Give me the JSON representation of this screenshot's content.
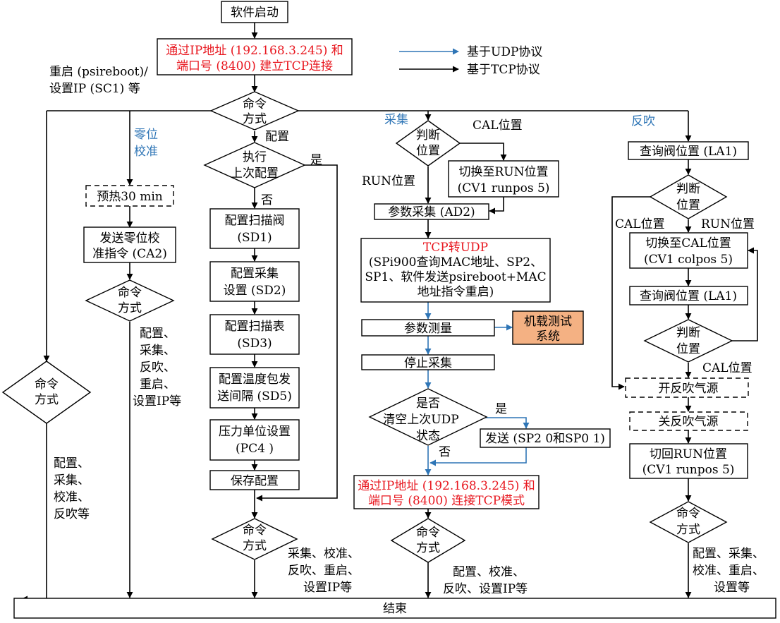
{
  "legend": {
    "udp": "基于UDP协议",
    "tcp": "基于TCP协议"
  },
  "colors": {
    "line": "#000000",
    "udp": "#2e75b6",
    "highlight": "#e8171f",
    "external_fill": "#f4b183"
  },
  "start": "软件启动",
  "connect": [
    "通过IP地址 (192.168.3.245) 和",
    "端口号 (8400) 建立TCP连接"
  ],
  "restart_note": [
    "重启 (psireboot)/",
    "设置IP (SC1) 等"
  ],
  "cmd_mode": [
    "命令",
    "方式"
  ],
  "branch_labels": {
    "zero": [
      "零位",
      "校准"
    ],
    "config": "配置",
    "acquire": "采集",
    "blowback": "反吹"
  },
  "left_col": {
    "note": [
      "配置、",
      "采集、",
      "校准、",
      "反吹等"
    ]
  },
  "zero_col": {
    "preheat": "预热30 min",
    "send": [
      "发送零位校",
      "准指令 (CA2)"
    ],
    "note": [
      "配置、",
      "采集、",
      "反吹、",
      "重启、",
      "设置IP等"
    ]
  },
  "config_col": {
    "exec": [
      "执行",
      "上次配置"
    ],
    "yes": "是",
    "no": "否",
    "steps": [
      [
        "配置扫描阀",
        "(SD1)"
      ],
      [
        "配置采集",
        "设置 (SD2)"
      ],
      [
        "配置扫描表",
        "(SD3)"
      ],
      [
        "配置温度包发",
        "送间隔 (SD5)"
      ],
      [
        "压力单位设置",
        "(PC4 )"
      ],
      [
        "保存配置"
      ]
    ],
    "note": [
      "采集、校准、",
      "反吹、重启、",
      "设置IP等"
    ]
  },
  "acq_col": {
    "judge": [
      "判断",
      "位置"
    ],
    "cal_pos": "CAL位置",
    "run_pos": "RUN位置",
    "switch_run": [
      "切换至RUN位置",
      "(CV1 runpos 5)"
    ],
    "param_acq": "参数采集 (AD2)",
    "tcp_udp_title": "TCP转UDP",
    "tcp_udp_body": [
      "(SPi900查询MAC地址、SP2、",
      "SP1、软件发送psireboot+MAC",
      "地址指令重启)"
    ],
    "measure": "参数测量",
    "airborne": [
      "机载测试",
      "系统"
    ],
    "stop": "停止采集",
    "clear": [
      "是否",
      "清空上次UDP",
      "状态"
    ],
    "yes": "是",
    "no": "否",
    "send": "发送 (SP2 0和SP0 1)",
    "reconnect": [
      "通过IP地址 (192.168.3.245) 和",
      "端口号 (8400) 连接TCP模式"
    ],
    "note": [
      "配置、校准、",
      "反吹、设置IP等"
    ]
  },
  "blow_col": {
    "query1": "查询阀位置 (LA1)",
    "judge": [
      "判断",
      "位置"
    ],
    "cal_pos": "CAL位置",
    "run_pos": "RUN位置",
    "switch_cal": [
      "切换至CAL位置",
      "(CV1 colpos 5)"
    ],
    "query2": "查询阀位置 (LA1)",
    "judge2": [
      "判断",
      "位置"
    ],
    "cal_pos2": "CAL位置",
    "open": "开反吹气源",
    "close": "关反吹气源",
    "switch_run": [
      "切回RUN位置",
      "(CV1 runpos 5)"
    ],
    "note": [
      "配置、采集、",
      "校准、重启、",
      "设置等"
    ]
  },
  "end": "结束"
}
